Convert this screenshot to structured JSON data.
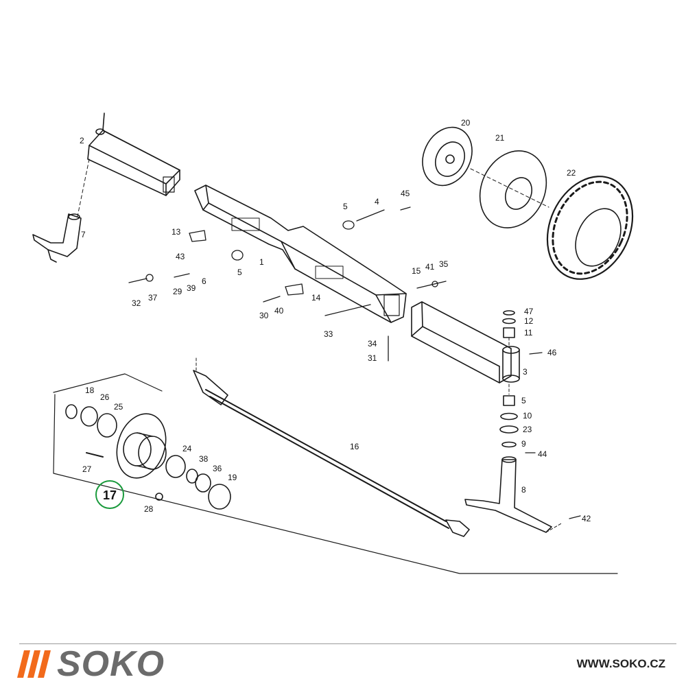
{
  "diagram": {
    "callouts": [
      "1",
      "2",
      "3",
      "4",
      "5",
      "5",
      "5",
      "6",
      "7",
      "8",
      "9",
      "10",
      "11",
      "12",
      "13",
      "14",
      "15",
      "16",
      "18",
      "19",
      "20",
      "21",
      "22",
      "23",
      "24",
      "25",
      "26",
      "27",
      "28",
      "29",
      "30",
      "31",
      "32",
      "33",
      "34",
      "35",
      "36",
      "37",
      "38",
      "39",
      "40",
      "41",
      "42",
      "43",
      "44",
      "45",
      "46",
      "47"
    ],
    "highlighted_callout": "17"
  },
  "brand": {
    "name": "SOKO",
    "url": "WWW.SOKO.CZ"
  },
  "colors": {
    "accent": "#f26a1b",
    "brand": "#6b6b6b",
    "highlight": "#1a9a3c",
    "line": "#1a1a1a"
  }
}
